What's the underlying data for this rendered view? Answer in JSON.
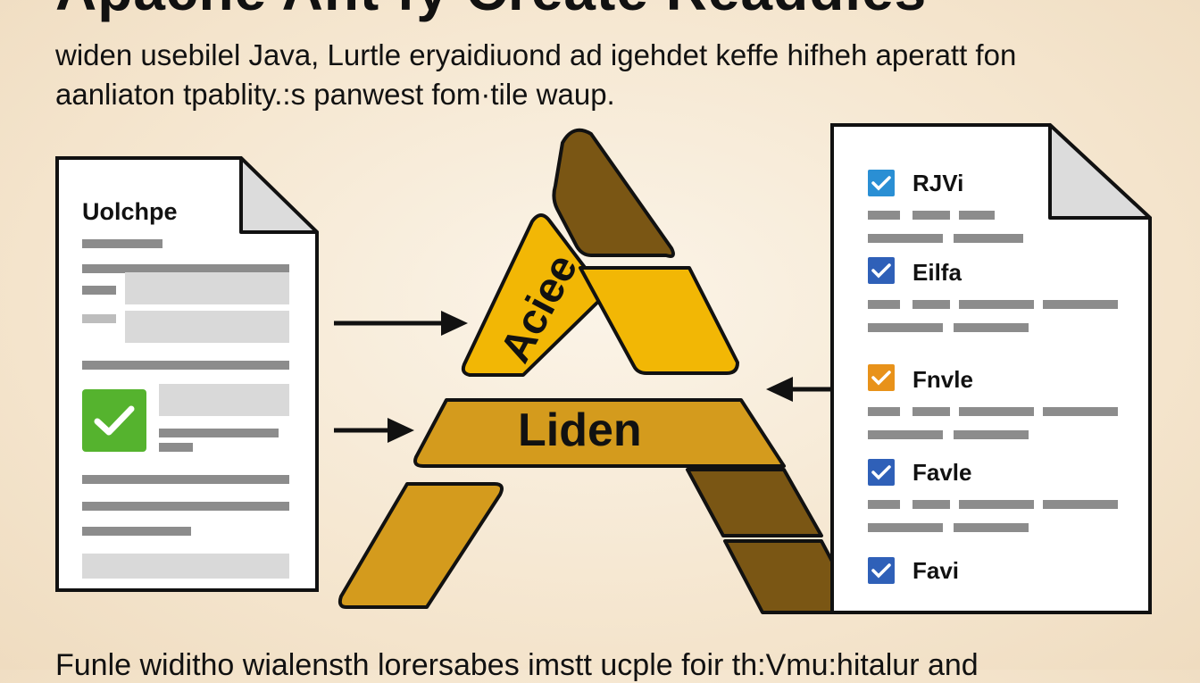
{
  "header": {
    "title": "Apache Ant fy Create Readdies",
    "intro_line1": "widen usebilel Java, Lurtle eryaidiuond ad igehdet keffe hifheh aperatt fon",
    "intro_line2": "aanliaton tpablity.:s panwest fom·tile waup."
  },
  "left_doc": {
    "title": "Uolchpe"
  },
  "center": {
    "band_label": "Liden",
    "slant_label": "Aciee"
  },
  "right_doc": {
    "items": [
      {
        "label": "RJVi",
        "check_color": "#2a8fd4"
      },
      {
        "label": "Eilfa",
        "check_color": "#2f60b8"
      },
      {
        "label": "Fnvle",
        "check_color": "#e8921a"
      },
      {
        "label": "Favle",
        "check_color": "#2f60b8"
      },
      {
        "label": "Favi",
        "check_color": "#2f60b8"
      }
    ]
  },
  "footer": {
    "text": "Funle widitho wialensth lorersabes imstt ucple foir th:Vmu:hitalur and"
  },
  "colors": {
    "gold": "#f2b705",
    "ochre": "#d49b1d",
    "brown": "#7a5614",
    "check_green": "#55b32e"
  }
}
